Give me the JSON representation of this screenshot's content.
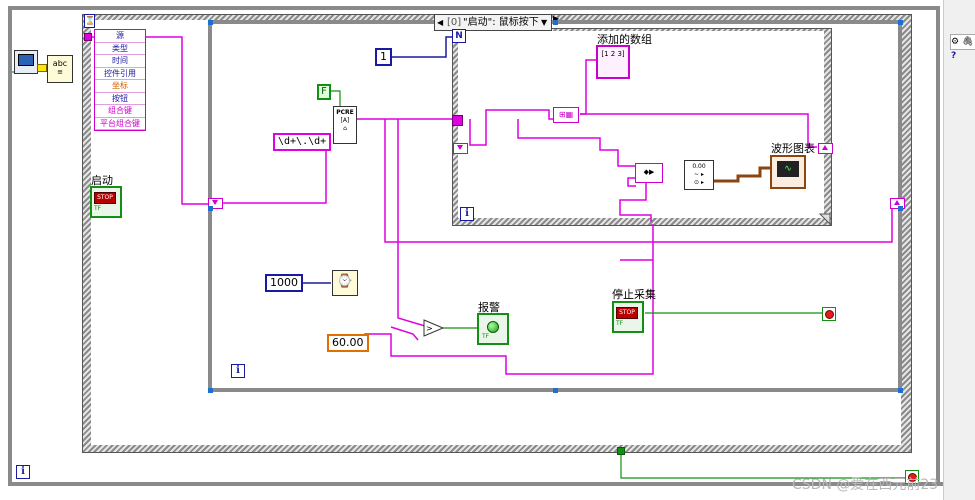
{
  "event_case": {
    "index": "[0]",
    "selector_label": "\"启动\": 鼠标按下"
  },
  "cluster_items": [
    {
      "label": "源",
      "color": "blue"
    },
    {
      "label": "类型",
      "color": "blue"
    },
    {
      "label": "时间",
      "color": "blue"
    },
    {
      "label": "控件引用",
      "color": "blue"
    },
    {
      "label": "坐标",
      "color": "orange"
    },
    {
      "label": "按钮",
      "color": "blue"
    },
    {
      "label": "组合键",
      "color": "magenta"
    },
    {
      "label": "平台组合键",
      "color": "magenta"
    }
  ],
  "labels": {
    "start": "启动",
    "added_array": "添加的数组",
    "waveform_chart": "波形图表",
    "alarm": "报警",
    "stop_acquisition": "停止采集"
  },
  "constants": {
    "index_one": "1",
    "regex": "\\d+\\.\\d+",
    "bool_false": "F",
    "wait_ms": "1000",
    "threshold": "60.00"
  },
  "terminals": {
    "n": "N",
    "info": "i",
    "stop_face": "STOP",
    "tf": "TF"
  },
  "icons": {
    "match_pattern": "PCRE",
    "array_index": "[1 2 3]",
    "waveform": "WF",
    "wait": "⌚"
  },
  "right_toolbar": {
    "buttons": [
      "⚙",
      "🖇",
      "?"
    ]
  },
  "watermark": "CSDN @爱在西元前23",
  "colors": {
    "string_wire": "#e000e0",
    "numeric_wire": "#1a1aa0",
    "bool_wire": "#148f14",
    "waveform_wire": "#8b4513"
  }
}
